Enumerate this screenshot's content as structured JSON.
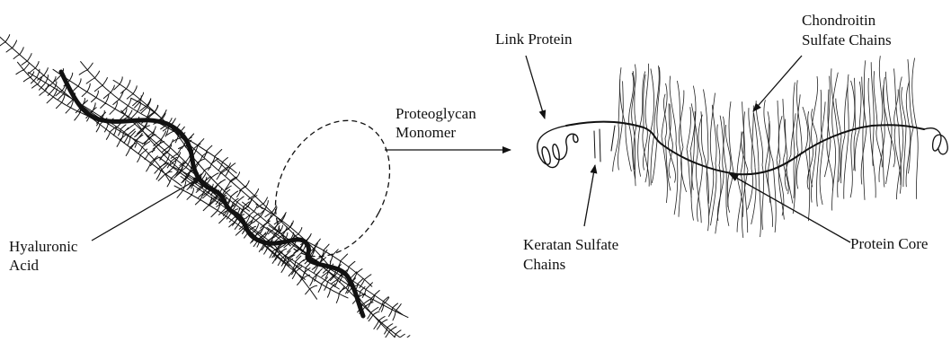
{
  "labels": {
    "hyaluronic_acid_1": "Hyaluronic",
    "hyaluronic_acid_2": "Acid",
    "monomer_1": "Proteoglycan",
    "monomer_2": "Monomer",
    "link_protein": "Link Protein",
    "chondroitin_1": "Chondroitin",
    "chondroitin_2": "Sulfate Chains",
    "keratan_1": "Keratan Sulfate",
    "keratan_2": "Chains",
    "protein_core": "Protein Core"
  },
  "colors": {
    "ink": "#111111",
    "background": "#ffffff"
  }
}
